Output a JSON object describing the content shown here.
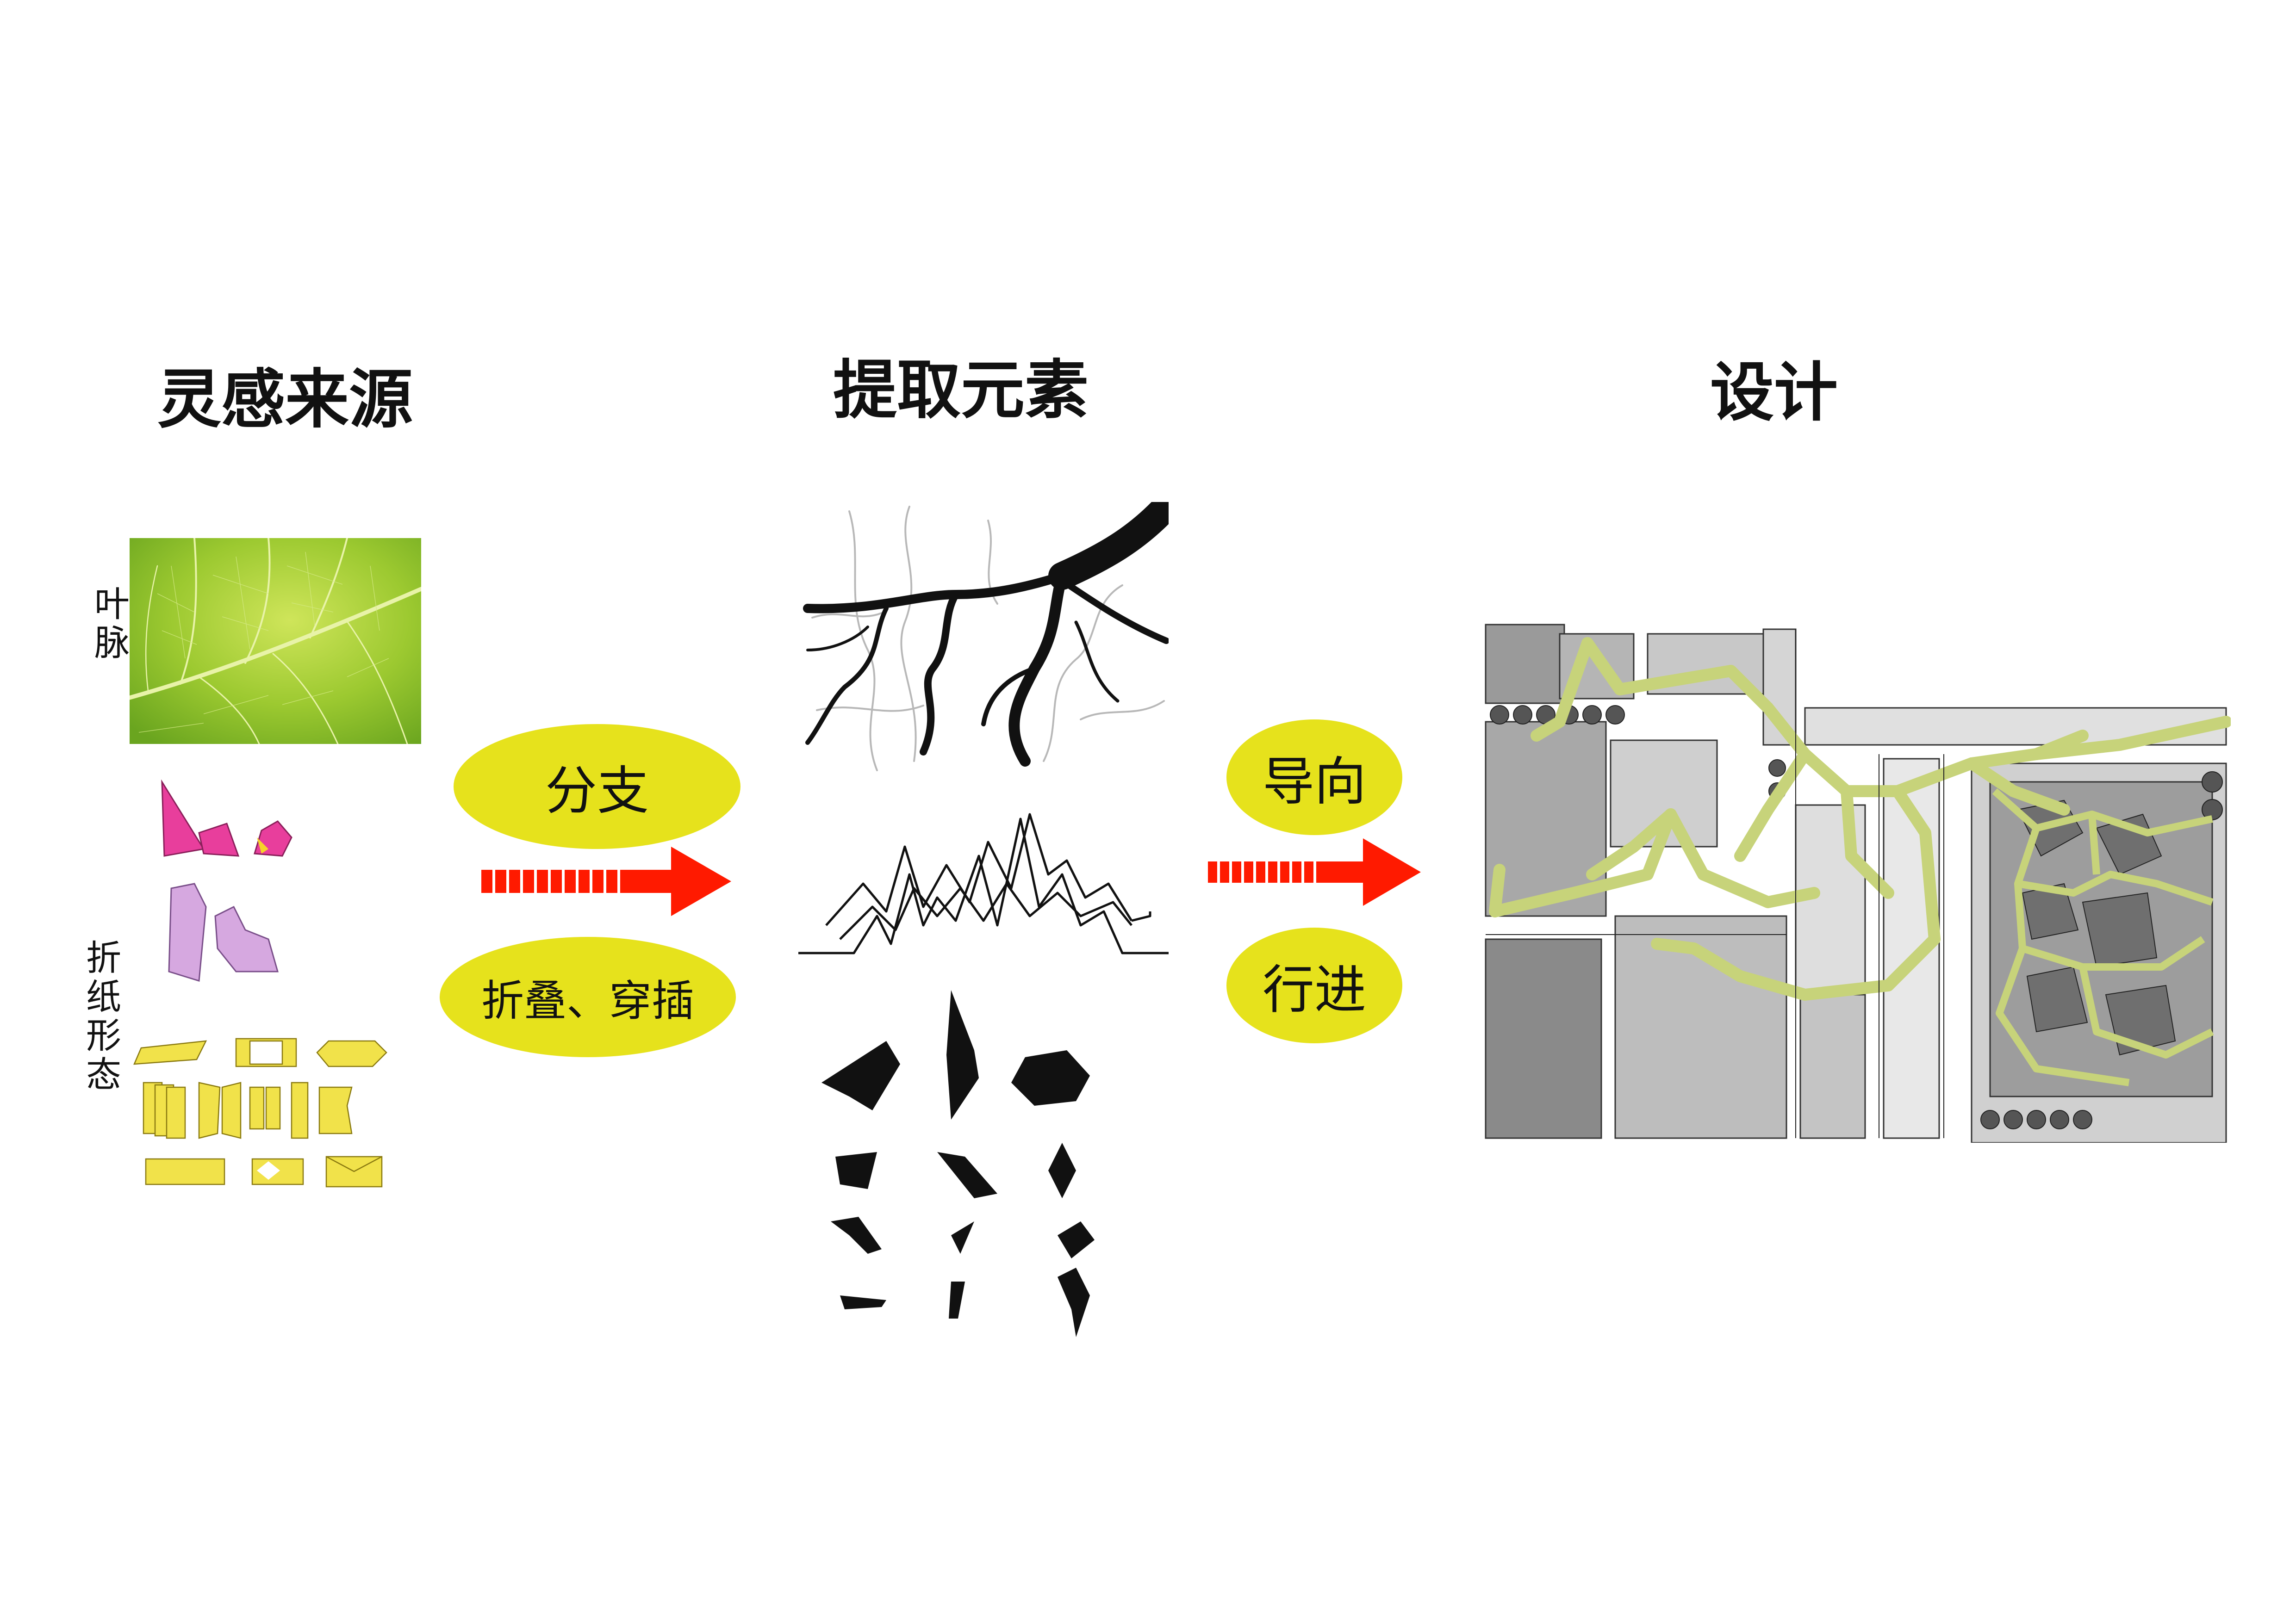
{
  "headings": {
    "inspiration": "灵感来源",
    "extract": "提取元素",
    "design": "设计"
  },
  "side_labels": {
    "vein": "叶脉",
    "fold": "折纸形态"
  },
  "ovals": {
    "branch": "分支",
    "fold_insert": "折叠、穿插",
    "guide": "导向",
    "progress": "行进"
  },
  "colors": {
    "oval_fill": "#e6e21c",
    "arrow_red": "#ff1a00",
    "leaf_green": "#8fc21f",
    "path_green": "#c7d37a",
    "origami_yellow": "#f1e24a",
    "origami_pink": "#e83e9c",
    "origami_lilac": "#d6a8e0"
  }
}
